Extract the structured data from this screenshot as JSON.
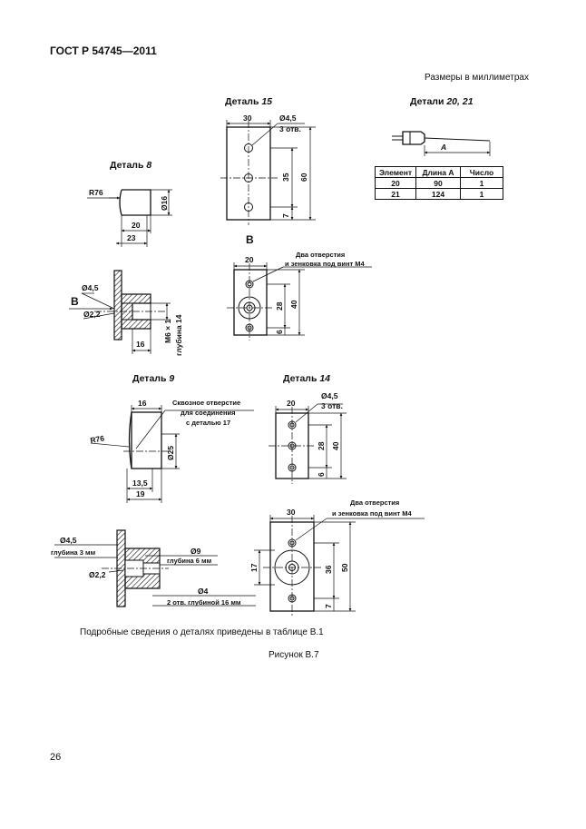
{
  "header": {
    "doc_id": "ГОСТ Р 54745—2011"
  },
  "units_note": "Размеры в миллиметрах",
  "details": {
    "d15": {
      "word": "Деталь",
      "num": "15"
    },
    "d20_21": {
      "word": "Детали",
      "num": "20, 21"
    },
    "d8": {
      "word": "Деталь",
      "num": "8"
    },
    "d9": {
      "word": "Деталь",
      "num": "9"
    },
    "d14": {
      "word": "Деталь",
      "num": "14"
    }
  },
  "view_b": "B",
  "d15_dims": {
    "w": "30",
    "hole": "Ø4,5",
    "hole_count": "3 отв.",
    "h_mid": "35",
    "h_total": "60",
    "h_bot": "7"
  },
  "d20_21_dims": {
    "a": "A"
  },
  "table": {
    "headers": [
      "Элемент",
      "Длина A",
      "Число"
    ],
    "rows": [
      [
        "20",
        "90",
        "1"
      ],
      [
        "21",
        "124",
        "1"
      ]
    ]
  },
  "d8_dims": {
    "r": "R76",
    "dia": "Ø16",
    "l1": "20",
    "l2": "23"
  },
  "d8_sec": {
    "dia1": "Ø4,5",
    "dia2": "Ø2,2",
    "len": "16",
    "thread": "M6 × 1",
    "depth": "глубина 14",
    "view": "B"
  },
  "d8b_dims": {
    "w": "20",
    "holes": "Два отверстия",
    "holes2": "и зенковка под винт M4",
    "h_mid": "28",
    "h_total": "40",
    "h_bot": "6"
  },
  "d9_dims": {
    "w": "16",
    "through1": "Сквозное отверстие",
    "through2": "для соединения",
    "through3": "с деталью 17",
    "r": "R76",
    "dia": "Ø25",
    "l1": "13,5",
    "l2": "19"
  },
  "d14_dims": {
    "w": "20",
    "hole": "Ø4,5",
    "hole_count": "3 отв.",
    "h_mid": "28",
    "h_total": "40",
    "h_bot": "6"
  },
  "d9_sec": {
    "dia1": "Ø4,5",
    "depth1": "глубина 3 мм",
    "dia2": "Ø2,2",
    "dia3": "Ø9",
    "depth3": "глубина 6 мм",
    "dia4": "Ø4",
    "depth4": "2 отв. глубиной 16 мм"
  },
  "d9b_dims": {
    "w": "30",
    "holes": "Два отверстия",
    "holes2": "и зенковка под винт M4",
    "h_left": "17",
    "h_mid": "36",
    "h_total": "50",
    "h_bot": "7"
  },
  "footer_note": "Подробные сведения о деталях приведены в таблице В.1",
  "figure_caption": "Рисунок В.7",
  "page_number": "26"
}
